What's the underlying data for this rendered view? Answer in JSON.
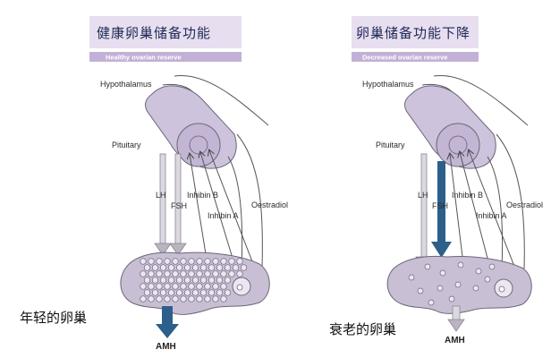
{
  "left_panel": {
    "title": "健康卵巢储备功能",
    "subtitle": "Healthy ovarian reserve",
    "caption": "年轻的卵巢",
    "labels": {
      "hypothalamus": "Hypothalamus",
      "pituitary": "Pituitary",
      "lh": "LH",
      "fsh": "FSH",
      "inhibin_b": "Inhibin B",
      "inhibin_a": "Inhibin A",
      "oestradiol": "Oestradiol",
      "amh": "AMH"
    }
  },
  "right_panel": {
    "title": "卵巢储备功能下降",
    "subtitle": "Decreased ovarian reserve",
    "caption": "衰老的卵巢",
    "labels": {
      "hypothalamus": "Hypothalamus",
      "pituitary": "Pituitary",
      "lh": "LH",
      "fsh": "FSH",
      "inhibin_b": "Inhibin B",
      "inhibin_a": "Inhibin A",
      "oestradiol": "Oestradiol",
      "amh": "AMH"
    }
  },
  "colors": {
    "header_band": "#e7def0",
    "header_sub_band": "#c3b0d6",
    "pituitary_fill": "#cdc3dc",
    "ovary_fill": "#c9bfd5",
    "follicle_fill": "#ece6f3",
    "arrow_grey": "#b9b4bf",
    "arrow_blue": "#2c5f8a"
  }
}
